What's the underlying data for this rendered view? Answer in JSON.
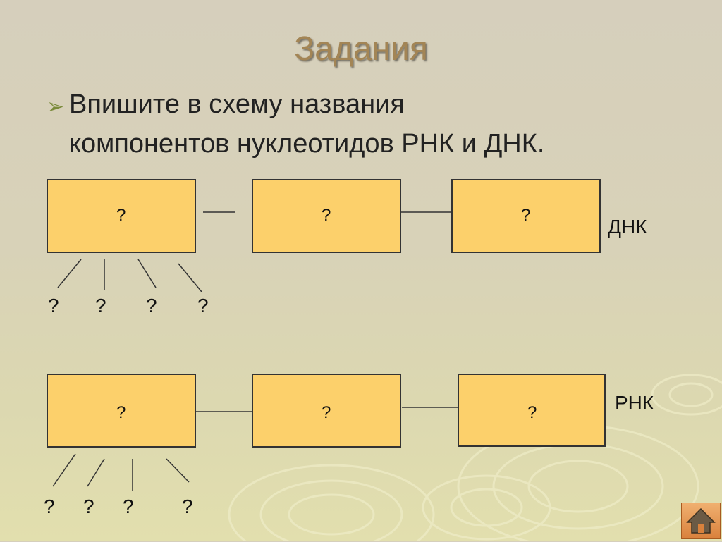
{
  "slide": {
    "title": "Задания",
    "bullet_glyph": "➢",
    "task_line1": "Впишите  в схему названия",
    "task_line2": "компонентов нуклеотидов РНК и ДНК."
  },
  "dna": {
    "label": "ДНК",
    "boxes": [
      "?",
      "?",
      "?"
    ],
    "components": [
      "?",
      "?",
      "?",
      "?"
    ]
  },
  "rna": {
    "label": "РНК",
    "boxes": [
      "?",
      "?",
      "?"
    ],
    "components": [
      "?",
      "?",
      "?",
      "?"
    ]
  },
  "nav": {
    "home_icon": "home-icon"
  },
  "colors": {
    "box_fill": "#fcd06b",
    "title": "#a38555",
    "bullet": "#7a8a3a"
  }
}
